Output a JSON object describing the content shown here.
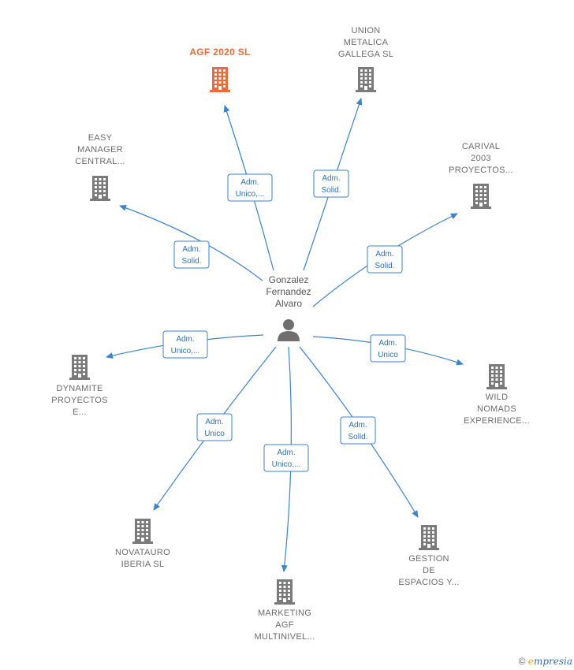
{
  "center": {
    "label_lines": [
      "Gonzalez",
      "Fernandez",
      "Alvaro"
    ],
    "icon": "person-icon"
  },
  "companies": [
    {
      "id": "agf-2020",
      "lines": [
        "AGF 2020  SL"
      ],
      "highlight": true,
      "role": [
        "Adm.",
        "Unico,..."
      ],
      "icon": "building-icon",
      "color": "#ef6a3a"
    },
    {
      "id": "union-metalica",
      "lines": [
        "UNION",
        "METALICA",
        "GALLEGA  SL"
      ],
      "highlight": false,
      "role": [
        "Adm.",
        "Solid."
      ],
      "icon": "building-icon"
    },
    {
      "id": "easy-manager",
      "lines": [
        "EASY",
        "MANAGER",
        "CENTRAL..."
      ],
      "highlight": false,
      "role": [
        "Adm.",
        "Solid."
      ],
      "icon": "building-icon"
    },
    {
      "id": "carival",
      "lines": [
        "CARIVAL",
        "2003",
        "PROYECTOS..."
      ],
      "highlight": false,
      "role": [
        "Adm.",
        "Solid."
      ],
      "icon": "building-icon"
    },
    {
      "id": "dynamite",
      "lines": [
        "DYNAMITE",
        "PROYECTOS",
        "E..."
      ],
      "highlight": false,
      "role": [
        "Adm.",
        "Unico,..."
      ],
      "icon": "building-icon"
    },
    {
      "id": "wild-nomads",
      "lines": [
        "WILD",
        "NOMADS",
        "EXPERIENCE..."
      ],
      "highlight": false,
      "role": [
        "Adm.",
        "Unico"
      ],
      "icon": "building-icon"
    },
    {
      "id": "novatauro",
      "lines": [
        "NOVATAURO",
        "IBERIA  SL"
      ],
      "highlight": false,
      "role": [
        "Adm.",
        "Unico"
      ],
      "icon": "building-icon"
    },
    {
      "id": "marketing-agf",
      "lines": [
        "MARKETING",
        "AGF",
        "MULTINIVEL..."
      ],
      "highlight": false,
      "role": [
        "Adm.",
        "Unico,..."
      ],
      "icon": "building-icon"
    },
    {
      "id": "gestion-espacios",
      "lines": [
        "GESTION",
        "DE",
        "ESPACIOS Y..."
      ],
      "highlight": false,
      "role": [
        "Adm.",
        "Solid."
      ],
      "icon": "building-icon"
    }
  ],
  "colors": {
    "edge": "#3a82d6",
    "building": "#7a7a7a",
    "highlight": "#ef6a3a"
  },
  "footer": {
    "copyright": "©",
    "brand_e": "e",
    "brand_rest": "mpresia"
  }
}
